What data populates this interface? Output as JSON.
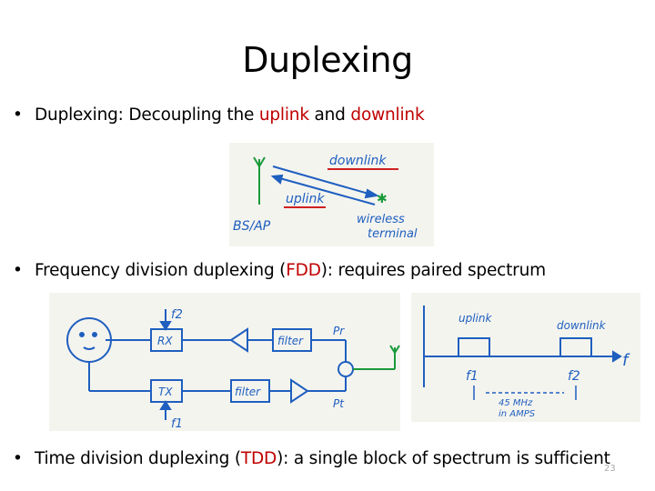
{
  "slide": {
    "title": "Duplexing",
    "page_number": "23"
  },
  "bullets": [
    {
      "marker": "•",
      "parts": [
        "Duplexing: Decoupling the ",
        "uplink",
        " and ",
        "downlink"
      ]
    },
    {
      "marker": "•",
      "parts": [
        "Frequency division duplexing (",
        "FDD",
        "): requires paired spectrum"
      ]
    },
    {
      "marker": "•",
      "parts": [
        "Time division duplexing (",
        "TDD",
        "): a single block of spectrum is sufficient"
      ]
    }
  ],
  "figure_links": {
    "downlink": "downlink",
    "uplink": "uplink",
    "bs": "BS/AP",
    "terminal_1": "wireless",
    "terminal_2": "terminal"
  },
  "figure_fdd": {
    "f2": "f2",
    "f1": "f1",
    "rx": "RX",
    "tx": "TX",
    "filter_top": "filter",
    "filter_bottom": "filter",
    "pr": "Pr",
    "pt": "Pt"
  },
  "figure_spectrum": {
    "uplink": "uplink",
    "downlink": "downlink",
    "f_axis": "f",
    "f1": "f1",
    "f2": "f2",
    "gap_1": "45 MHz",
    "gap_2": "in AMPS"
  },
  "colors": {
    "accent_red": "#c00000",
    "sketch_blue": "#1f5fbf",
    "sketch_red": "#d02020",
    "sketch_green": "#1a9a3a"
  }
}
